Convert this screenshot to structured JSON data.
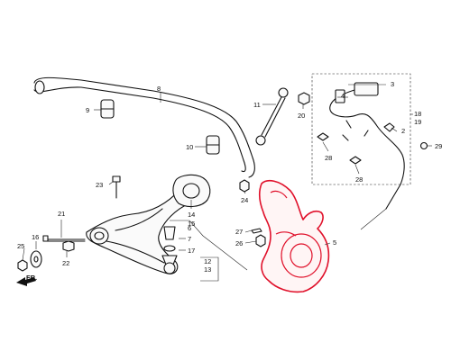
{
  "callouts": [
    "2",
    "3",
    "4",
    "5",
    "6",
    "7",
    "8",
    "9",
    "10",
    "11",
    "12",
    "13",
    "14",
    "15",
    "16",
    "17",
    "18",
    "19",
    "20",
    "21",
    "22",
    "23",
    "24",
    "25",
    "26",
    "27",
    "28",
    "28",
    "29"
  ],
  "direction_label": "FR.",
  "highlight_color": "#e0102a",
  "line_color": "#111111"
}
